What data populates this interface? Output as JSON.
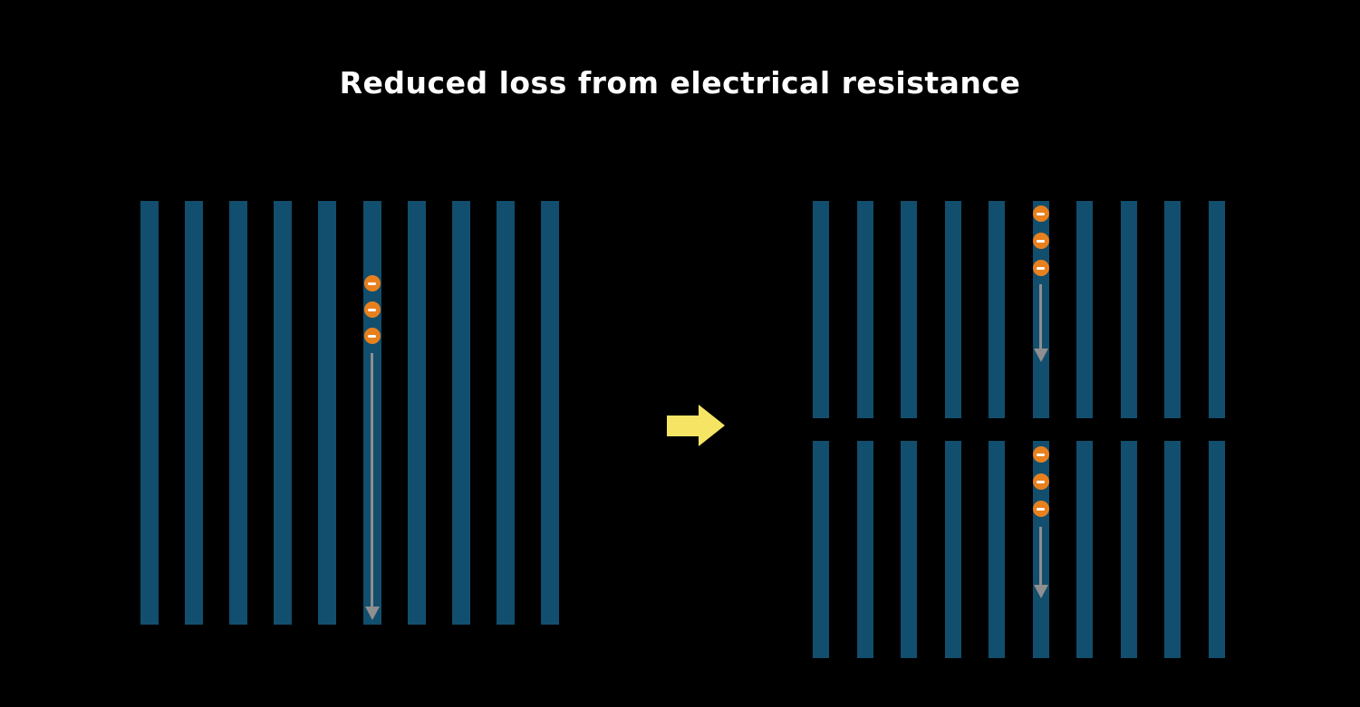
{
  "title": "Reduced loss from electrical resistance",
  "colors": {
    "background": "#000000",
    "bar": "#124e6d",
    "electron": "#e8801e",
    "electron_symbol": "#ffffff",
    "flow_arrow": "#8f8f8f",
    "transform_arrow": "#f6e565",
    "title_text": "#ffffff"
  },
  "diagram": {
    "electron_symbol": "minus",
    "left_panel": {
      "name": "single-long-cell",
      "bar_count": 10,
      "electron_bar_index": 5,
      "electron_count": 3,
      "flow_direction": "down"
    },
    "transform_arrow": {
      "direction": "right"
    },
    "right_panels": [
      {
        "name": "split-cell-top",
        "bar_count": 10,
        "electron_bar_index": 5,
        "electron_count": 3,
        "flow_direction": "down"
      },
      {
        "name": "split-cell-bottom",
        "bar_count": 10,
        "electron_bar_index": 5,
        "electron_count": 3,
        "flow_direction": "down"
      }
    ]
  }
}
